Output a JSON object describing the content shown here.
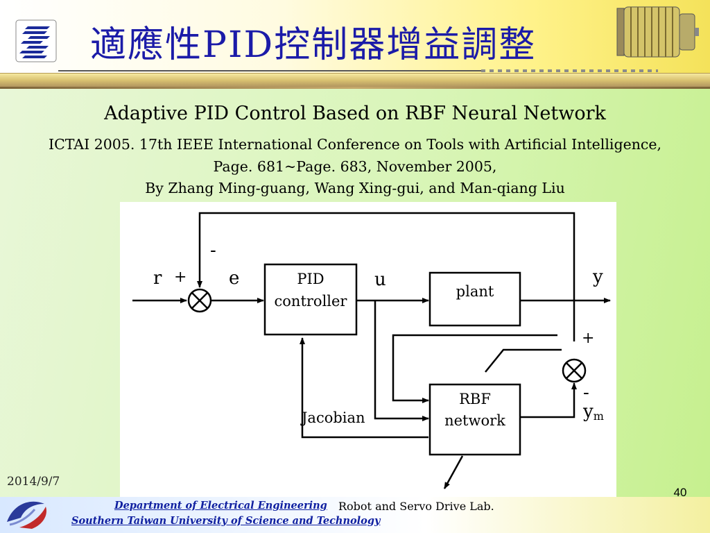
{
  "header": {
    "title": "適應性PID控制器增益調整"
  },
  "subtitle": "Adaptive PID Control Based on RBF Neural Network",
  "citation": {
    "line1": "ICTAI 2005. 17th IEEE International Conference on Tools with Artificial Intelligence,",
    "line2": "Page. 681~Page. 683, November 2005,",
    "line3": "By Zhang Ming-guang, Wang Xing-gui, and Man-qiang Liu"
  },
  "diagram": {
    "input_label": "r",
    "input_plus": "+",
    "feedback_minus": "-",
    "error_label": "e",
    "pid_line1": "PID",
    "pid_line2": "controller",
    "control_label": "u",
    "plant_label": "plant",
    "output_label": "y",
    "sum2_plus": "+",
    "sum2_minus": "-",
    "ym_label": "y",
    "ym_sub": "m",
    "rbf_line1": "RBF",
    "rbf_line2": "network",
    "jacobian_label": "Jacobian"
  },
  "footer": {
    "date": "2014/9/7",
    "page_number": "40",
    "department": "Department of Electrical Engineering",
    "university": "Southern Taiwan University of Science and Technology",
    "lab": "Robot and Servo Drive Lab."
  },
  "colors": {
    "title": "#1b1ba8",
    "footer_text": "#1020a0"
  }
}
